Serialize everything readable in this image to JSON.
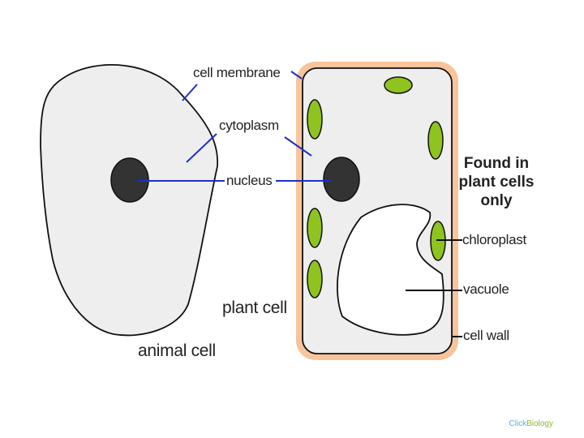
{
  "labels": {
    "cell_membrane": "cell membrane",
    "cytoplasm": "cytoplasm",
    "nucleus": "nucleus",
    "plant_cell": "plant cell",
    "animal_cell": "animal cell",
    "found_in_line1": "Found in",
    "found_in_line2": "plant cells",
    "found_in_line3": "only",
    "chloroplast": "chloroplast",
    "vacuole": "vacuole",
    "cell_wall": "cell wall"
  },
  "footer": {
    "part1": "Click",
    "part2": "Biology"
  },
  "colors": {
    "cell_fill": "#eeeeee",
    "cell_wall": "#f8c49b",
    "chloroplast": "#8fc31f",
    "nucleus": "#333333",
    "pointer_blue": "#1a2fcf",
    "pointer_black": "#111111",
    "footer_click": "#4fb3e8",
    "footer_biology": "#8dbb2a"
  }
}
